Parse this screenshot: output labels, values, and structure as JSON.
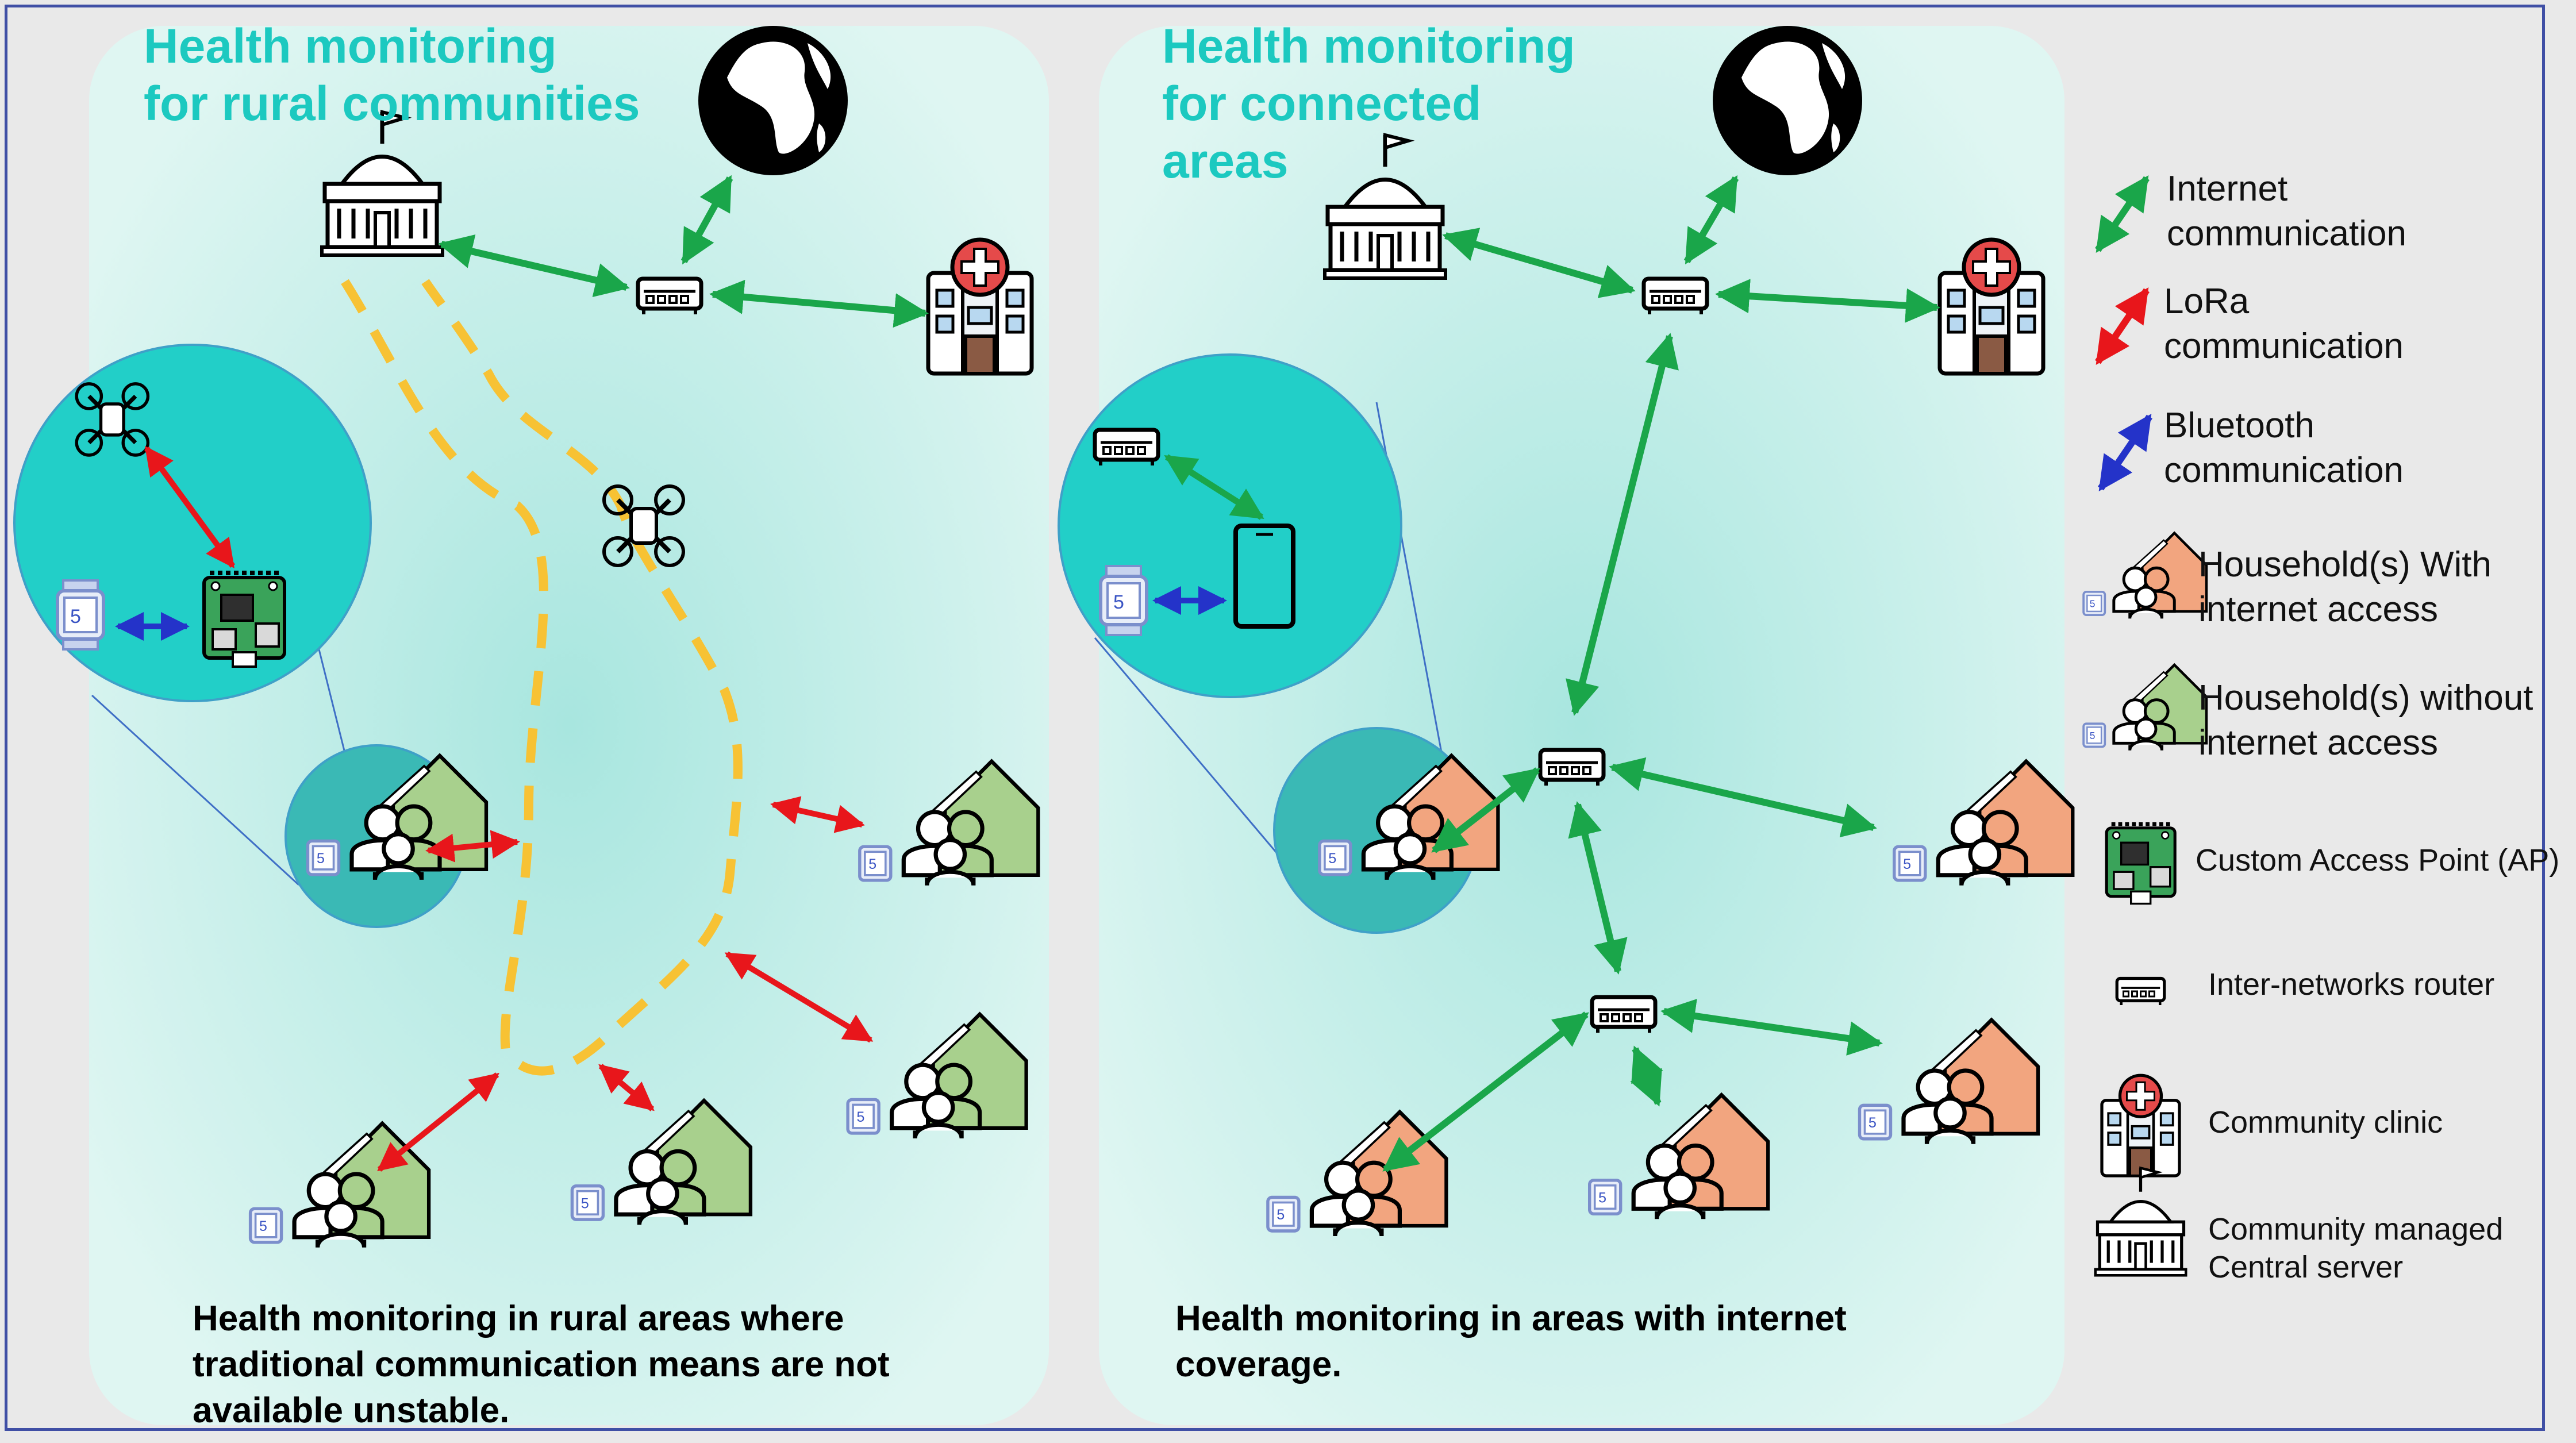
{
  "panels": {
    "rural": {
      "title_line1": "Health monitoring",
      "title_line2": "for rural communities",
      "caption_line1": "Health monitoring in rural areas where",
      "caption_line2": "traditional communication means are not",
      "caption_line3": "available unstable."
    },
    "connected": {
      "title_line1": "Health monitoring",
      "title_line2": "for connected",
      "title_line3": "areas",
      "caption_line1": "Health monitoring in areas with internet",
      "caption_line2": "coverage."
    }
  },
  "legend": {
    "internet": {
      "line1": "Internet",
      "line2": "communication",
      "color": "#1aa64a",
      "icon": "green-double-arrow-icon"
    },
    "lora": {
      "line1": "LoRa",
      "line2": "communication",
      "color": "#e8161b",
      "icon": "red-double-arrow-icon"
    },
    "bluetooth": {
      "line1": "Bluetooth",
      "line2": "communication",
      "color": "#2433c9",
      "icon": "blue-double-arrow-icon"
    },
    "household_with": {
      "line1": "Household(s) With",
      "line2": "internet access",
      "color": "#f2a57f",
      "icon": "household-orange-icon"
    },
    "household_without": {
      "line1": "Household(s) without",
      "line2": "internet access",
      "color": "#a8d08d",
      "icon": "household-green-icon"
    },
    "access_point": {
      "label": "Custom Access Point (AP)",
      "icon": "circuit-board-icon"
    },
    "router": {
      "label": "Inter-networks router",
      "icon": "router-icon"
    },
    "clinic": {
      "label": "Community clinic",
      "icon": "clinic-icon"
    },
    "server": {
      "line1": "Community managed",
      "line2": "Central server",
      "icon": "government-building-icon"
    }
  },
  "colors": {
    "panel_bg": "#d2f1ec",
    "zoom_circle": "#22cfc8",
    "title": "#1cc9c0",
    "lora_path": "#f7c234",
    "frame": "#3f4fa5"
  }
}
